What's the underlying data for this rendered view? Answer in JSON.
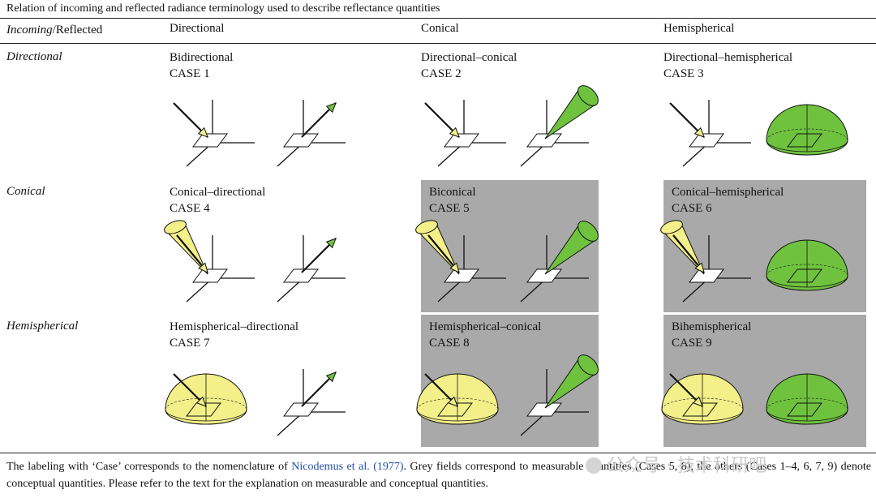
{
  "caption_top": "Relation of incoming and reflected radiance terminology used to describe reflectance quantities",
  "header": {
    "corner_italic": "Incoming",
    "corner_rest": "/Reflected",
    "cols": [
      "Directional",
      "Conical",
      "Hemispherical"
    ]
  },
  "rows": [
    "Directional",
    "Conical",
    "Hemispherical"
  ],
  "cells": [
    {
      "name": "Bidirectional",
      "case": "CASE 1",
      "grey": false,
      "incoming": "directional",
      "reflected": "directional"
    },
    {
      "name": "Directional–conical",
      "case": "CASE 2",
      "grey": false,
      "incoming": "directional",
      "reflected": "conical"
    },
    {
      "name": "Directional–hemispherical",
      "case": "CASE 3",
      "grey": false,
      "incoming": "directional",
      "reflected": "hemispherical"
    },
    {
      "name": "Conical–directional",
      "case": "CASE 4",
      "grey": false,
      "incoming": "conical",
      "reflected": "directional"
    },
    {
      "name": "Biconical",
      "case": "CASE 5",
      "grey": true,
      "incoming": "conical",
      "reflected": "conical"
    },
    {
      "name": "Conical–hemispherical",
      "case": "CASE 6",
      "grey": true,
      "incoming": "conical",
      "reflected": "hemispherical"
    },
    {
      "name": "Hemispherical–directional",
      "case": "CASE 7",
      "grey": false,
      "incoming": "hemispherical",
      "reflected": "directional"
    },
    {
      "name": "Hemispherical–conical",
      "case": "CASE 8",
      "grey": true,
      "incoming": "hemispherical",
      "reflected": "conical"
    },
    {
      "name": "Bihemispherical",
      "case": "CASE 9",
      "grey": true,
      "incoming": "hemispherical",
      "reflected": "hemispherical"
    }
  ],
  "footnote": {
    "part1": "The labeling with ‘Case’ corresponds to the nomenclature of ",
    "link": "Nicodemus et al. (1977)",
    "part2": ". Grey fields correspond to measurable quantities (Cases 5, 8), the others (Cases 1–4, 6, 7, 9) denote conceptual quantities. Please refer to the text for the explanation on measurable and conceptual quantities."
  },
  "watermark": "公众号 · 技术科研吧",
  "colors": {
    "incoming_fill": "#f3f08a",
    "reflected_fill": "#6fc23e",
    "grey_cell": "#a9a9a9"
  },
  "icons": {
    "incoming_directional": "yellow-arrow-icon",
    "incoming_conical": "yellow-cone-icon",
    "incoming_hemispherical": "yellow-hemisphere-icon",
    "reflected_directional": "green-arrow-icon",
    "reflected_conical": "green-cone-icon",
    "reflected_hemispherical": "green-hemisphere-icon"
  }
}
